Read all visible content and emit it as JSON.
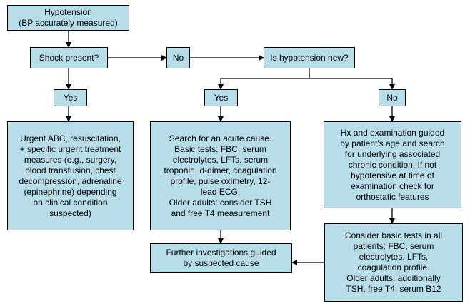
{
  "nodes": {
    "hypotension": "Hypotension\n(BP accurately measured)",
    "shock": "Shock present?",
    "no_shock": "No",
    "is_new": "Is hypotension new?",
    "yes_shock": "Yes",
    "yes_new": "Yes",
    "no_new": "No",
    "urgent": "Urgent ABC, resuscitation,\n+ specific urgent treatment\nmeasures (e.g., surgery,\nblood transfusion, chest\ndecompression, adrenaline\n(epinephrine) depending\non clinical condition\nsuspected)",
    "acute": "Search for an acute cause.\nBasic tests: FBC, serum\nelectrolytes, LFTs, serum\ntroponin, d-dimer, coagulation\nprofile, pulse oximetry, 12-\nlead ECG.\nOlder adults: consider TSH\nand free T4 measurement",
    "chronic": "Hx and examination guided\nby patient's age and search\nfor underlying associated\nchronic condition. If not\nhypotensive at time of\nexamination check for\northostatic features",
    "basic_tests": "Consider basic tests in all\npatients: FBC, serum\nelectrolytes, LFTs,\ncoagulation profile.\nOlder adults: additionally\nTSH, free T4, serum B12",
    "further": "Further investigations guided\nby suspected cause"
  },
  "colors": {
    "box_fill": "#b7dde8",
    "border": "#000000",
    "arrow": "#000000"
  }
}
